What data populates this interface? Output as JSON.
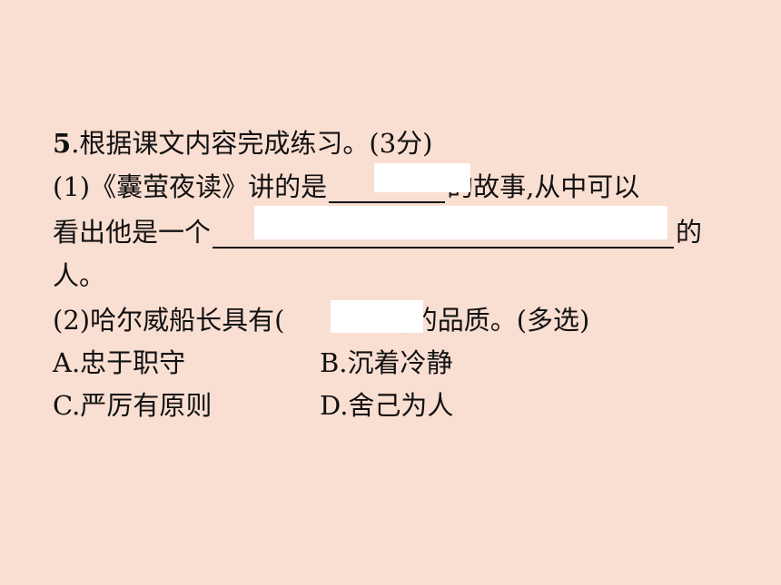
{
  "question": {
    "number": "5",
    "stem": ".根据课文内容完成练习。(3分)",
    "part1": {
      "label": "(1)《囊萤夜读》讲的是",
      "after_blank1": "的故事,从中可以",
      "line2_prefix": "看出他是一个",
      "after_blank2": "的",
      "line3": "人。"
    },
    "part2": {
      "label": "(2)哈尔威船长具有(",
      "after_blank": ")的品质。(多选)"
    },
    "options": [
      {
        "text": "A.忠于职守"
      },
      {
        "text": "B.沉着冷静"
      },
      {
        "text": "C.严厉有原则"
      },
      {
        "text": "D.舍己为人"
      }
    ]
  },
  "colors": {
    "background": "#F9DED2",
    "mask": "#FFFFFF",
    "text": "#111111"
  }
}
